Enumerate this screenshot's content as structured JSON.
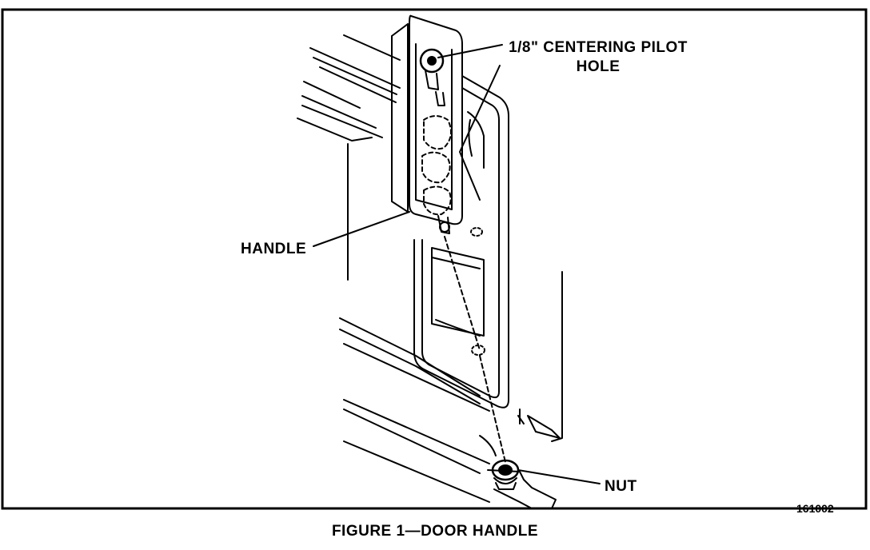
{
  "labels": {
    "pilot_line1": "1/8\" CENTERING PILOT",
    "pilot_line2": "HOLE",
    "handle": "HANDLE",
    "nut": "NUT"
  },
  "figure_id": "161002",
  "caption": "FIGURE 1—DOOR HANDLE"
}
